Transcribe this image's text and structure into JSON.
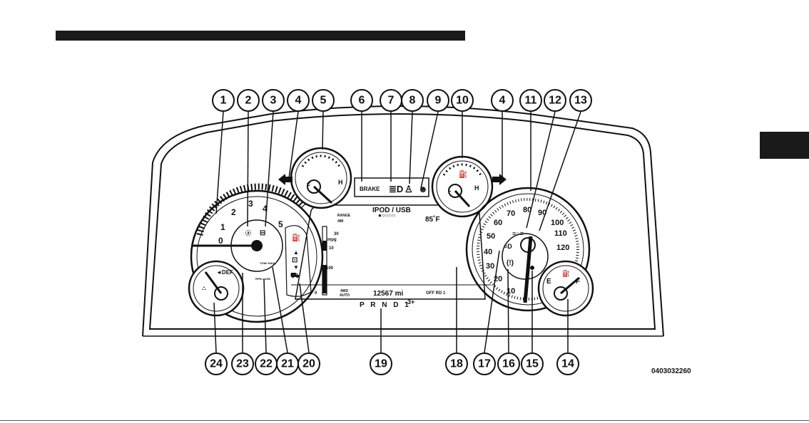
{
  "figure_id": "0403032260",
  "callouts": [
    "1",
    "2",
    "3",
    "4",
    "5",
    "6",
    "7",
    "8",
    "9",
    "10",
    "4",
    "11",
    "12",
    "13",
    "24",
    "23",
    "22",
    "21",
    "20",
    "19",
    "18",
    "17",
    "16",
    "15",
    "14"
  ],
  "display": {
    "brake": "BRAKE",
    "media": "IPOD / USB",
    "temperature": "85˚F",
    "range_label": "RANGE",
    "range_value": "4IM",
    "odometer": "12567 mi",
    "mode_4wd": "4WD",
    "mode_auto": "AUTO",
    "offroad": "OFF RD 1",
    "gear_letters": "P R N D 1",
    "gear_sub": "-3+",
    "mpg": "mpg",
    "mpg_30": "30",
    "mpg_10": "10",
    "bar_100": "100",
    "bar_0": "0",
    "tow_haul": "TOW/ HAUL"
  },
  "tachometer": {
    "ticks": [
      "0",
      "1",
      "2",
      "3",
      "4",
      "5"
    ],
    "unit": "RPM x1000"
  },
  "speedometer": {
    "ticks": [
      "10",
      "20",
      "30",
      "40",
      "50",
      "60",
      "70",
      "80",
      "90",
      "100",
      "110",
      "120"
    ]
  },
  "def_gauge": {
    "label": "◄DEF"
  },
  "fuel_gauge": {
    "empty": "E",
    "full": "F"
  },
  "temp_gauge": {
    "cold": "C",
    "hot": "H"
  },
  "oil_gauge": {
    "low": "L",
    "high": "H"
  }
}
